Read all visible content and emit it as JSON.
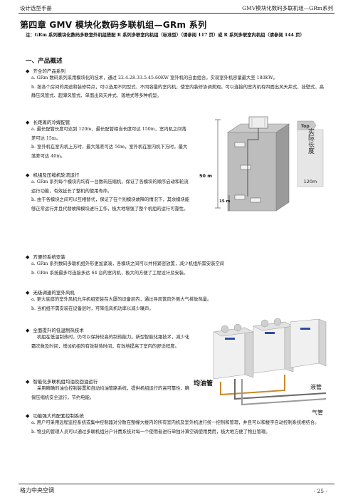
{
  "header": {
    "left": "设计选型手册",
    "right": "GMV模块化数码多联机组—GRm系列"
  },
  "chapter_title": "第四章   GMV 模块化数码多联机组—GRm  系列",
  "note": "注：GRm 系列模块化数码多联室外机组搭配 R 系列多联室内机组（标准型）（请参阅 117 页）或 R 系列多联室内机组（请参阅 144 页）",
  "section1": "一、产品概述",
  "bullets": [
    {
      "head": "齐全的产品系列",
      "lines": [
        "a.   GRm 数码系列采用模块化的技术，通过 22.4.28.33.5.45.60KW 室外机的自由组合，实现室外机容量最大至 180KW。",
        "b.  按各个房间的用途和装修特点，可以选用不同型式、不同容量的室内机，使室内装修协调美观。可以连接的室内机有四面出风天井式、挂壁式、高静压风管式、超薄风管式、单面出风天井式、落地式等多种机型。"
      ]
    },
    {
      "head": "长距离的冷媒配管",
      "lines": [
        "a.  最长配管长度可达到  120m，最长配管相当长度可达 150m，室内机之间落差可达 15m。",
        "b.  室外机在室内机上方时，最大落差可达 50m，室外机在室内机下方时，最大落差可达 40m。"
      ]
    },
    {
      "head": "机组及压缩机轮流运行",
      "lines": [
        "a. GRm 系列每个模块内均有一台数码压缩机，保证了各模块的顺序启动和轮流运行功能，有效延长了整机的使用寿命。",
        "b. 由于各模块之间可以互相替代，保证了在个别模块故障的情况下，其余模块能够正常运行并且代替故障模块进行工作，极大地增强了整个机组的运行可靠性。"
      ]
    },
    {
      "head": "方便的系统安装",
      "lines": [
        "a. GRm 系列数码多联机组外形更加紧凑，各模块之间可以并排紧密放置，减少机组所需安装空间",
        "b. GRm 系统最多可连接多达 64 台的室内机，极大的方便了工程设计及安装。"
      ]
    },
    {
      "head": "无级调速的室外风机",
      "lines": [
        "a.  更大底座的室外风机允许机组安装在大厦的设备层内，通过导风管向外侧大气排放热量。",
        "b.  当机组不需安装在设备层时，可降低风机功率以减少噪声。"
      ]
    },
    {
      "head": "全面提升的低温制热技术",
      "lines": [
        "机组在低温制热时，仍可以保持较高的制热能力。新型智能化霜技术，减少化霜次数及时间，增加机组的有效制热时间，有效地提高了室内的舒适程度。"
      ]
    },
    {
      "head": "智能化多联机组均油及回油运行",
      "lines": [
        "采用精确的油位控制装置和自动均油管路系统，提供机组运行的高可靠性，确保压缩机安全运行，节约电能。"
      ]
    },
    {
      "head": "功能强大的配套控制系统",
      "lines": [
        "a.  用户可采用远程监控系统或集中控制器对分散在整幢大楼内的所有室内机及室外机进行统一控制和管理，并且可以和楼宇自动控制系统相结合。",
        "b.  物业的管理人员可以通过多联机组分户计费系统对每一个使用者进行单独计算空调使用费用，极大地方便了物业管理。"
      ]
    }
  ],
  "figure1": {
    "top_label": "Top",
    "actual_length_label": "实际长度",
    "actual_length_value": "120m",
    "height_label": "50 m",
    "drop_label": "15 m"
  },
  "figure2": {
    "oil_pipe_label": "均油管",
    "liquid_pipe_label": "液管",
    "gas_pipe_label": "气管"
  },
  "footer": {
    "left": "格力中央空调",
    "right": "- 25 -"
  }
}
